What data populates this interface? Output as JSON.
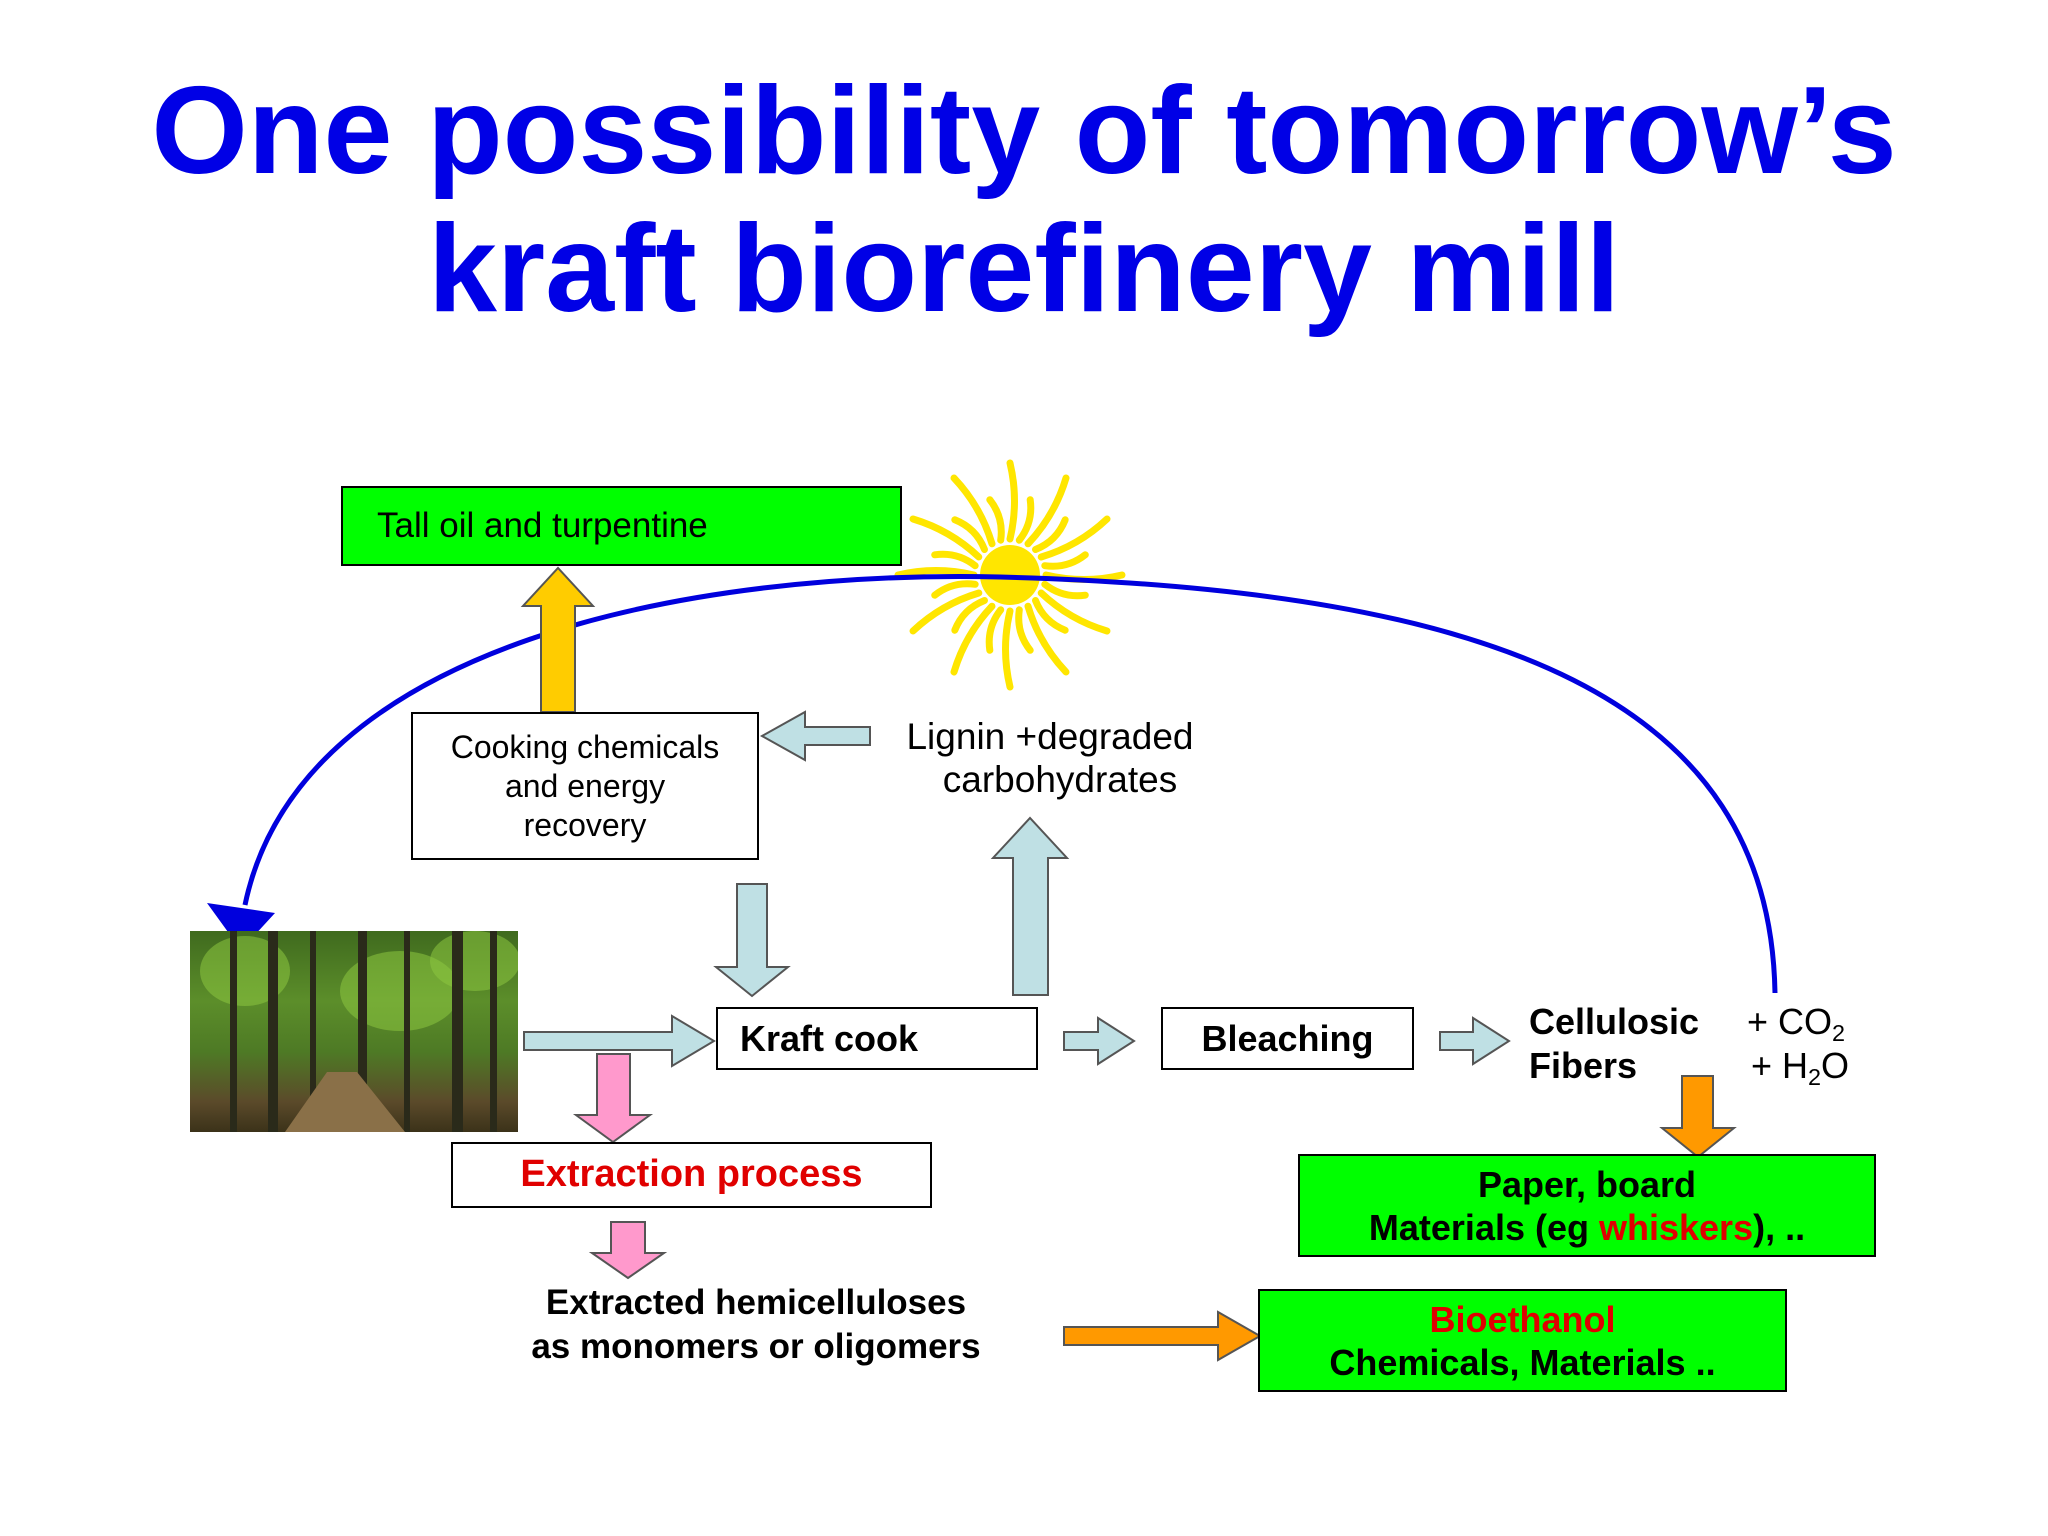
{
  "title": {
    "line1": "One possibility of tomorrow’s",
    "line2": "kraft biorefinery mill"
  },
  "nodes": {
    "tall_oil": "Tall oil and turpentine",
    "cooking_chemicals": [
      "Cooking chemicals",
      "and energy",
      "recovery"
    ],
    "lignin": [
      "Lignin +degraded",
      "carbohydrates"
    ],
    "kraft_cook": "Kraft cook",
    "bleaching": "Bleaching",
    "cellulosic": [
      "Cellulosic",
      "Fibers"
    ],
    "co2": {
      "prefix": "+ CO",
      "sub": "2"
    },
    "h2o": {
      "prefix": "+ H",
      "sub": "2",
      "suffix": "O"
    },
    "extraction": "Extraction process",
    "extracted": [
      "Extracted hemicelluloses",
      "as monomers or oligomers"
    ],
    "paper": {
      "line1": "Paper, board",
      "line2_prefix": "Materials (eg ",
      "line2_highlight": "whiskers",
      "line2_suffix": "), .."
    },
    "bioethanol": {
      "line1": "Bioethanol",
      "line2": "Chemicals, Materials .."
    }
  },
  "colors": {
    "title": "#0000e6",
    "box_green": "#00ff00",
    "arrow_light_blue": "#bfe0e4",
    "arrow_pink": "#ff99cc",
    "arrow_orange": "#ff9900",
    "arrow_yellow": "#ffcc00",
    "cycle_arrow": "#0000dd",
    "sun": "#ffe600",
    "highlight_red": "#e00000"
  }
}
